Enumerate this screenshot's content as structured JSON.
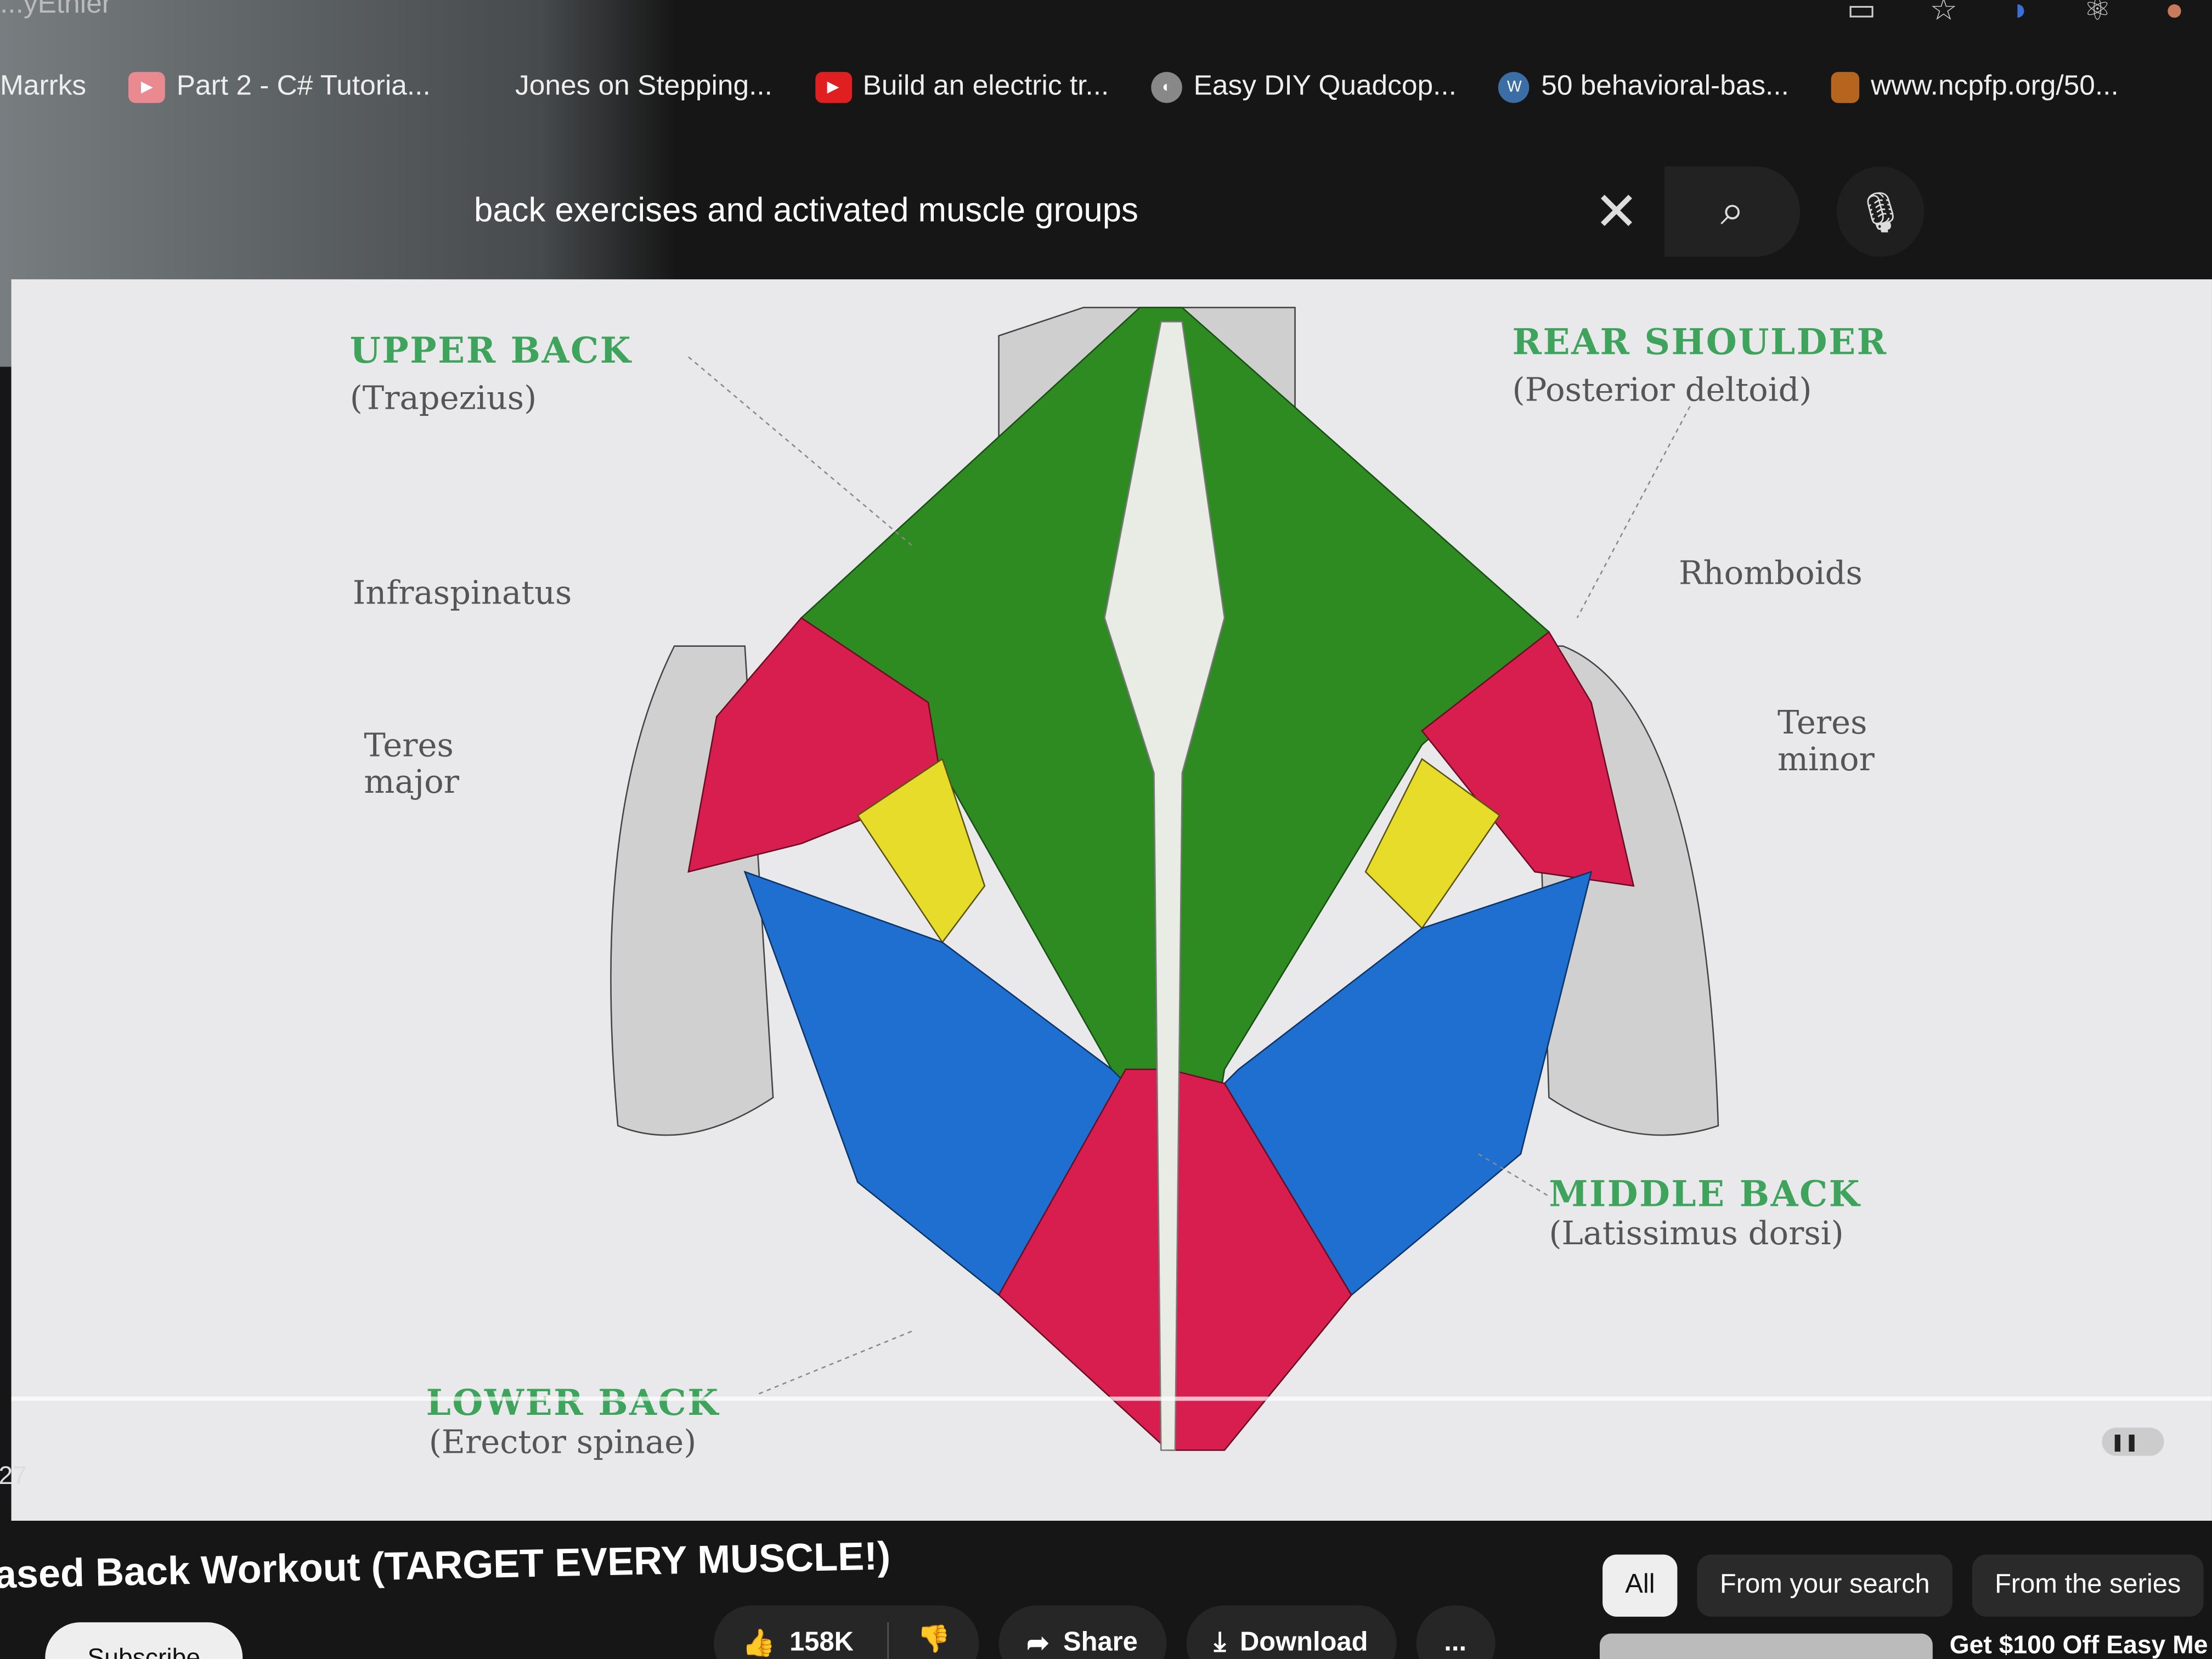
{
  "browser": {
    "url_fragment": "...yEthier",
    "bookmarks": [
      {
        "label": "Marrks",
        "icon": "none"
      },
      {
        "label": "Part 2 - C# Tutoria...",
        "icon": "youtube-icon",
        "color": "#e88a8f"
      },
      {
        "label": "Jones on Stepping...",
        "icon": "none"
      },
      {
        "label": "Build an electric tr...",
        "icon": "youtube-icon",
        "color": "#e02020"
      },
      {
        "label": "Easy DIY Quadcop...",
        "icon": "globe-icon",
        "color": "#888888"
      },
      {
        "label": "50 behavioral-bas...",
        "icon": "wordpress-icon",
        "color": "#3a6ea5"
      },
      {
        "label": "www.ncpfp.org/50...",
        "icon": "site-icon",
        "color": "#b5651d"
      }
    ]
  },
  "search": {
    "query": "back exercises and activated muscle groups"
  },
  "video": {
    "labels": {
      "upper_back": "UPPER BACK",
      "upper_back_sub": "(Trapezius)",
      "rear_shoulder": "REAR SHOULDER",
      "rear_shoulder_sub": "(Posterior deltoid)",
      "infraspinatus": "Infraspinatus",
      "rhomboids": "Rhomboids",
      "teres_major_1": "Teres",
      "teres_major_2": "major",
      "teres_minor_1": "Teres",
      "teres_minor_2": "minor",
      "middle_back": "MIDDLE BACK",
      "middle_back_sub": "(Latissimus dorsi)",
      "lower_back": "LOWER BACK",
      "lower_back_sub": "(Erector spinae)"
    },
    "time": ":27",
    "colors": {
      "trapezius": "#2e8b22",
      "deltoid": "#d81e4e",
      "infraspinatus": "#e8dc2a",
      "lats": "#1e6fd0",
      "erector": "#d81e4e"
    }
  },
  "title": "ased Back Workout (TARGET EVERY MUSCLE!)",
  "actions": {
    "likes": "158K",
    "share": "Share",
    "download": "Download",
    "more": "...",
    "subscribe": "Subscribe"
  },
  "chips": [
    "All",
    "From your search",
    "From the series"
  ],
  "ad": {
    "text": "Get $100 Off Easy Me"
  }
}
